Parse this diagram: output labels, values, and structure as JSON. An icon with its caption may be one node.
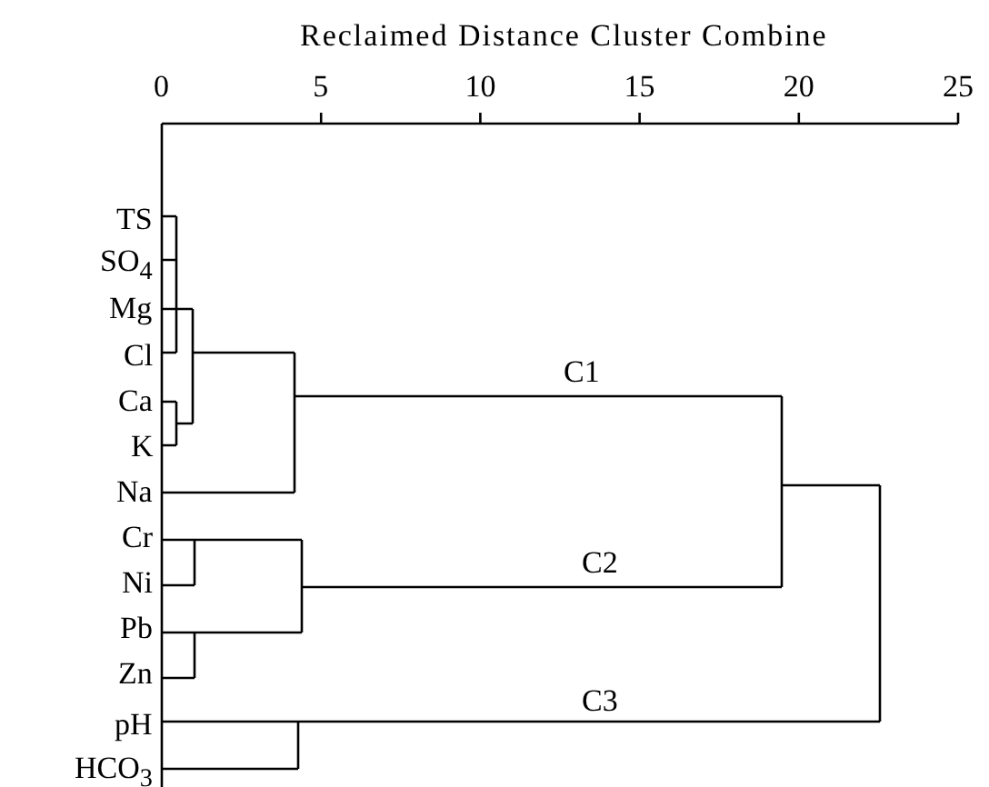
{
  "diagram": {
    "title": "Reclaimed Distance Cluster Combine",
    "labels": [
      "0",
      "5",
      "10",
      "15",
      "20",
      "25",
      "TS",
      "SO$_{4}$",
      "Mg",
      "Cl",
      "Ca",
      "K",
      "Na",
      "Cr",
      "Ni",
      "Pb",
      "Zn",
      "pH",
      "HCO$_{3}$",
      "C1",
      "C2",
      "C3"
    ]
  }
}
